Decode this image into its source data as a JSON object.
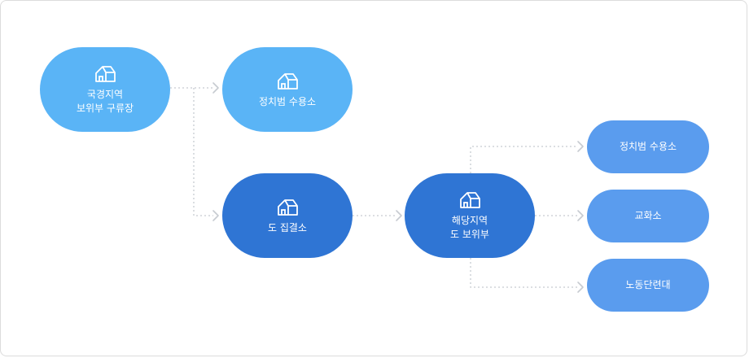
{
  "nodes": {
    "border_guard": {
      "line1": "국경지역",
      "line2": "보위부 구류장",
      "icon": "house-icon"
    },
    "detention_top": {
      "label": "정치범 수용소",
      "icon": "house-icon"
    },
    "provincial": {
      "label": "도 집결소",
      "icon": "house-icon"
    },
    "regional": {
      "line1": "해당지역",
      "line2": "도 보위부",
      "icon": "house-icon"
    },
    "political_camp": {
      "label": "정치범 수용소"
    },
    "prison": {
      "label": "교화소"
    },
    "labor_unit": {
      "label": "노동단련대"
    }
  },
  "colors": {
    "light": "#5ab4f6",
    "dark": "#2f75d4",
    "mid": "#5a9cee",
    "connector": "#c7cbd1"
  }
}
